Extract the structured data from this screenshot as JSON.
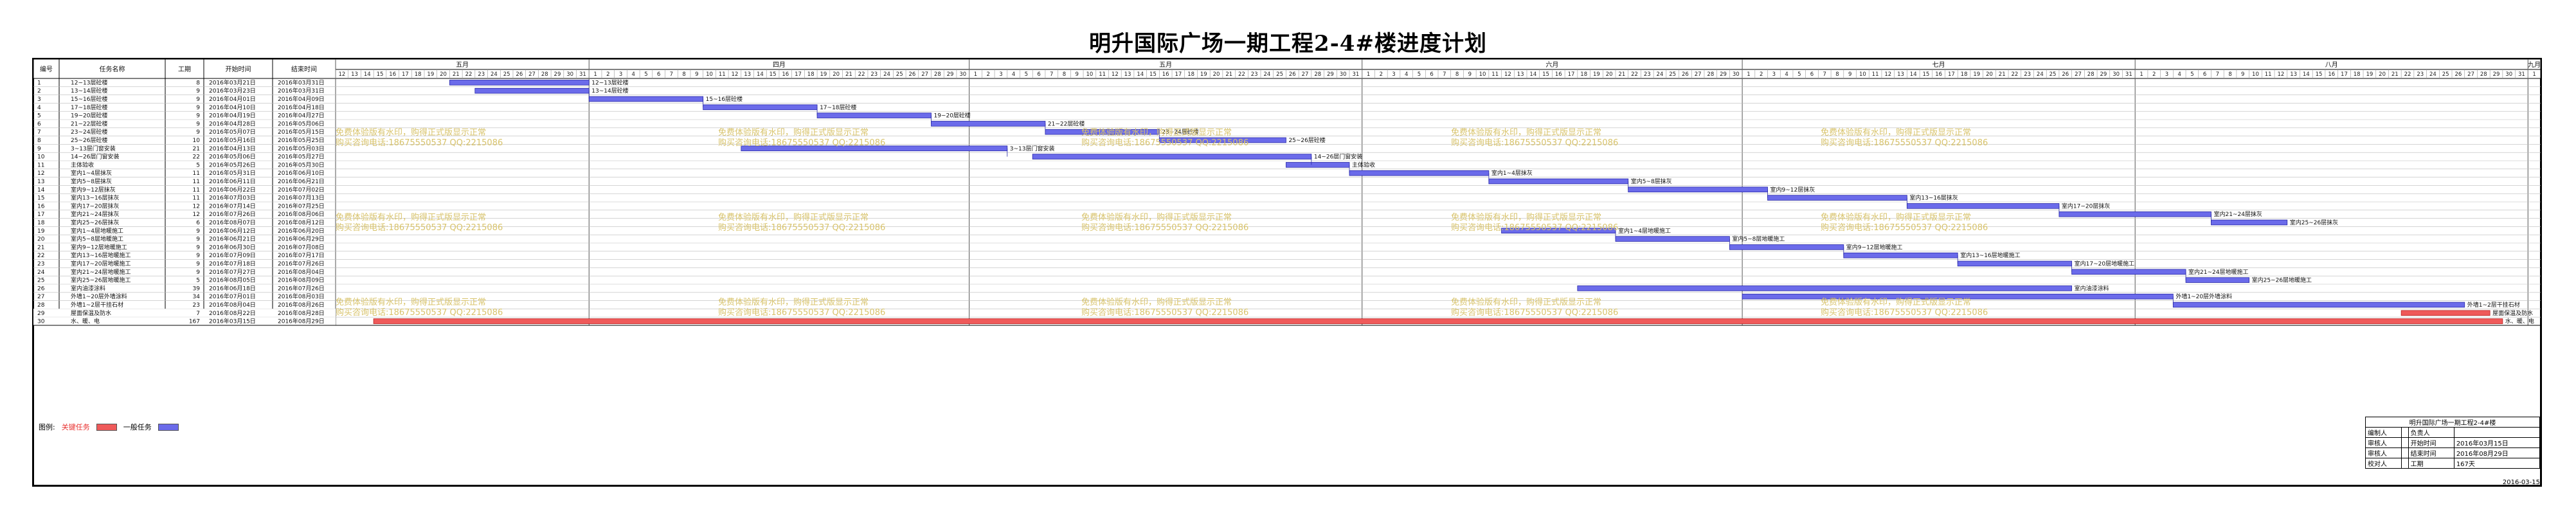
{
  "title": "明升国际广场一期工程2-4#楼进度计划",
  "columns": {
    "seq": "编号",
    "name": "任务名称",
    "duration": "工期",
    "start": "开始时间",
    "finish": "结束时间"
  },
  "months": [
    "五月",
    "四月",
    "五月",
    "六月",
    "七月",
    "八月",
    "九月"
  ],
  "tasks": [
    {
      "seq": "1",
      "name": "12~13层砼楼",
      "duration": "8",
      "start": "2016年03月21日",
      "finish": "2016年03月31日",
      "bar_label": "12~13层砼楼",
      "crit": false
    },
    {
      "seq": "2",
      "name": "13~14层砼楼",
      "duration": "9",
      "start": "2016年03月23日",
      "finish": "2016年03月31日",
      "bar_label": "13~14层砼楼",
      "crit": false
    },
    {
      "seq": "3",
      "name": "15~16层砼楼",
      "duration": "9",
      "start": "2016年04月01日",
      "finish": "2016年04月09日",
      "bar_label": "15~16层砼楼",
      "crit": false
    },
    {
      "seq": "4",
      "name": "17~18层砼楼",
      "duration": "9",
      "start": "2016年04月10日",
      "finish": "2016年04月18日",
      "bar_label": "17~18层砼楼",
      "crit": false
    },
    {
      "seq": "5",
      "name": "19~20层砼楼",
      "duration": "9",
      "start": "2016年04月19日",
      "finish": "2016年04月27日",
      "bar_label": "19~20层砼楼",
      "crit": false
    },
    {
      "seq": "6",
      "name": "21~22层砼楼",
      "duration": "9",
      "start": "2016年04月28日",
      "finish": "2016年05月06日",
      "bar_label": "21~22层砼楼",
      "crit": false
    },
    {
      "seq": "7",
      "name": "23~24层砼楼",
      "duration": "9",
      "start": "2016年05月07日",
      "finish": "2016年05月15日",
      "bar_label": "23~24层砼楼",
      "crit": false
    },
    {
      "seq": "8",
      "name": "25~26层砼楼",
      "duration": "10",
      "start": "2016年05月16日",
      "finish": "2016年05月25日",
      "bar_label": "25~26层砼楼",
      "crit": false
    },
    {
      "seq": "9",
      "name": "3~13层门窗安装",
      "duration": "21",
      "start": "2016年04月13日",
      "finish": "2016年05月03日",
      "bar_label": "3~13层门窗安装",
      "crit": false
    },
    {
      "seq": "10",
      "name": "14~26层门窗安装",
      "duration": "22",
      "start": "2016年05月06日",
      "finish": "2016年05月27日",
      "bar_label": "14~26层门窗安装",
      "crit": false
    },
    {
      "seq": "11",
      "name": "主体验收",
      "duration": "5",
      "start": "2016年05月26日",
      "finish": "2016年05月30日",
      "bar_label": "主体验收",
      "crit": false
    },
    {
      "seq": "12",
      "name": "室内1~4层抹灰",
      "duration": "11",
      "start": "2016年05月31日",
      "finish": "2016年06月10日",
      "bar_label": "室内1~4层抹灰",
      "crit": false
    },
    {
      "seq": "13",
      "name": "室内5~8层抹灰",
      "duration": "11",
      "start": "2016年06月11日",
      "finish": "2016年06月21日",
      "bar_label": "室内5~8层抹灰",
      "crit": false
    },
    {
      "seq": "14",
      "name": "室内9~12层抹灰",
      "duration": "11",
      "start": "2016年06月22日",
      "finish": "2016年07月02日",
      "bar_label": "室内9~12层抹灰",
      "crit": false
    },
    {
      "seq": "15",
      "name": "室内13~16层抹灰",
      "duration": "11",
      "start": "2016年07月03日",
      "finish": "2016年07月13日",
      "bar_label": "室内13~16层抹灰",
      "crit": false
    },
    {
      "seq": "16",
      "name": "室内17~20层抹灰",
      "duration": "12",
      "start": "2016年07月14日",
      "finish": "2016年07月25日",
      "bar_label": "室内17~20层抹灰",
      "crit": false
    },
    {
      "seq": "17",
      "name": "室内21~24层抹灰",
      "duration": "12",
      "start": "2016年07月26日",
      "finish": "2016年08月06日",
      "bar_label": "室内21~24层抹灰",
      "crit": false
    },
    {
      "seq": "18",
      "name": "室内25~26层抹灰",
      "duration": "6",
      "start": "2016年08月07日",
      "finish": "2016年08月12日",
      "bar_label": "室内25~26层抹灰",
      "crit": false
    },
    {
      "seq": "19",
      "name": "室内1~4层地暖施工",
      "duration": "9",
      "start": "2016年06月12日",
      "finish": "2016年06月20日",
      "bar_label": "室内1~4层地暖施工",
      "crit": false
    },
    {
      "seq": "20",
      "name": "室内5~8层地暖施工",
      "duration": "9",
      "start": "2016年06月21日",
      "finish": "2016年06月29日",
      "bar_label": "室内5~8层地暖施工",
      "crit": false
    },
    {
      "seq": "21",
      "name": "室内9~12层地暖施工",
      "duration": "9",
      "start": "2016年06月30日",
      "finish": "2016年07月08日",
      "bar_label": "室内9~12层地暖施工",
      "crit": false
    },
    {
      "seq": "22",
      "name": "室内13~16层地暖施工",
      "duration": "9",
      "start": "2016年07月09日",
      "finish": "2016年07月17日",
      "bar_label": "室内13~16层地暖施工",
      "crit": false
    },
    {
      "seq": "23",
      "name": "室内17~20层地暖施工",
      "duration": "9",
      "start": "2016年07月18日",
      "finish": "2016年07月26日",
      "bar_label": "室内17~20层地暖施工",
      "crit": false
    },
    {
      "seq": "24",
      "name": "室内21~24层地暖施工",
      "duration": "9",
      "start": "2016年07月27日",
      "finish": "2016年08月04日",
      "bar_label": "室内21~24层地暖施工",
      "crit": false
    },
    {
      "seq": "25",
      "name": "室内25~26层地暖施工",
      "duration": "5",
      "start": "2016年08月05日",
      "finish": "2016年08月09日",
      "bar_label": "室内25~26层地暖施工",
      "crit": false
    },
    {
      "seq": "26",
      "name": "室内油漆涂料",
      "duration": "39",
      "start": "2016年06月18日",
      "finish": "2016年07月26日",
      "bar_label": "室内油漆涂料",
      "crit": false
    },
    {
      "seq": "27",
      "name": "外墙1~20层外墙涂料",
      "duration": "34",
      "start": "2016年07月01日",
      "finish": "2016年08月03日",
      "bar_label": "外墙1~20层外墙涂料",
      "crit": false
    },
    {
      "seq": "28",
      "name": "外墙1~2层干挂石材",
      "duration": "23",
      "start": "2016年08月04日",
      "finish": "2016年08月26日",
      "bar_label": "外墙1~2层干挂石材",
      "crit": false
    },
    {
      "seq": "29",
      "name": "屋面保温及防水",
      "duration": "7",
      "start": "2016年08月22日",
      "finish": "2016年08月28日",
      "bar_label": "屋面保温及防水",
      "crit": true
    },
    {
      "seq": "30",
      "name": "水、暖、电",
      "duration": "167",
      "start": "2016年03月15日",
      "finish": "2016年08月29日",
      "bar_label": "水、暖、电",
      "crit": true
    }
  ],
  "watermark": {
    "line1": "免费体验版有水印，购得正式版显示正常",
    "line2": "购买咨询电话:18675550537 QQ:2215086"
  },
  "legend": {
    "label": "图例:",
    "critical": "关键任务",
    "normal": "一般任务"
  },
  "colors": {
    "normal_bar": "#6b6bea",
    "normal_border": "#2b2ba8",
    "critical_bar": "#ef5a5a",
    "critical_text": "#e8312f",
    "watermark": "#d8c36b"
  },
  "info": {
    "title": "明升国际广场一期工程2-4#楼",
    "rows": [
      {
        "k1": "编制人",
        "v1": "",
        "k2": "负责人",
        "v2": ""
      },
      {
        "k1": "审核人",
        "v1": "",
        "k2": "开始时间",
        "v2": "2016年03月15日"
      },
      {
        "k1": "审核人",
        "v1": "",
        "k2": "结束时间",
        "v2": "2016年08月29日"
      },
      {
        "k1": "校对人",
        "v1": "",
        "k2": "工期",
        "v2": "167天"
      }
    ],
    "date": "2016-03-15"
  }
}
